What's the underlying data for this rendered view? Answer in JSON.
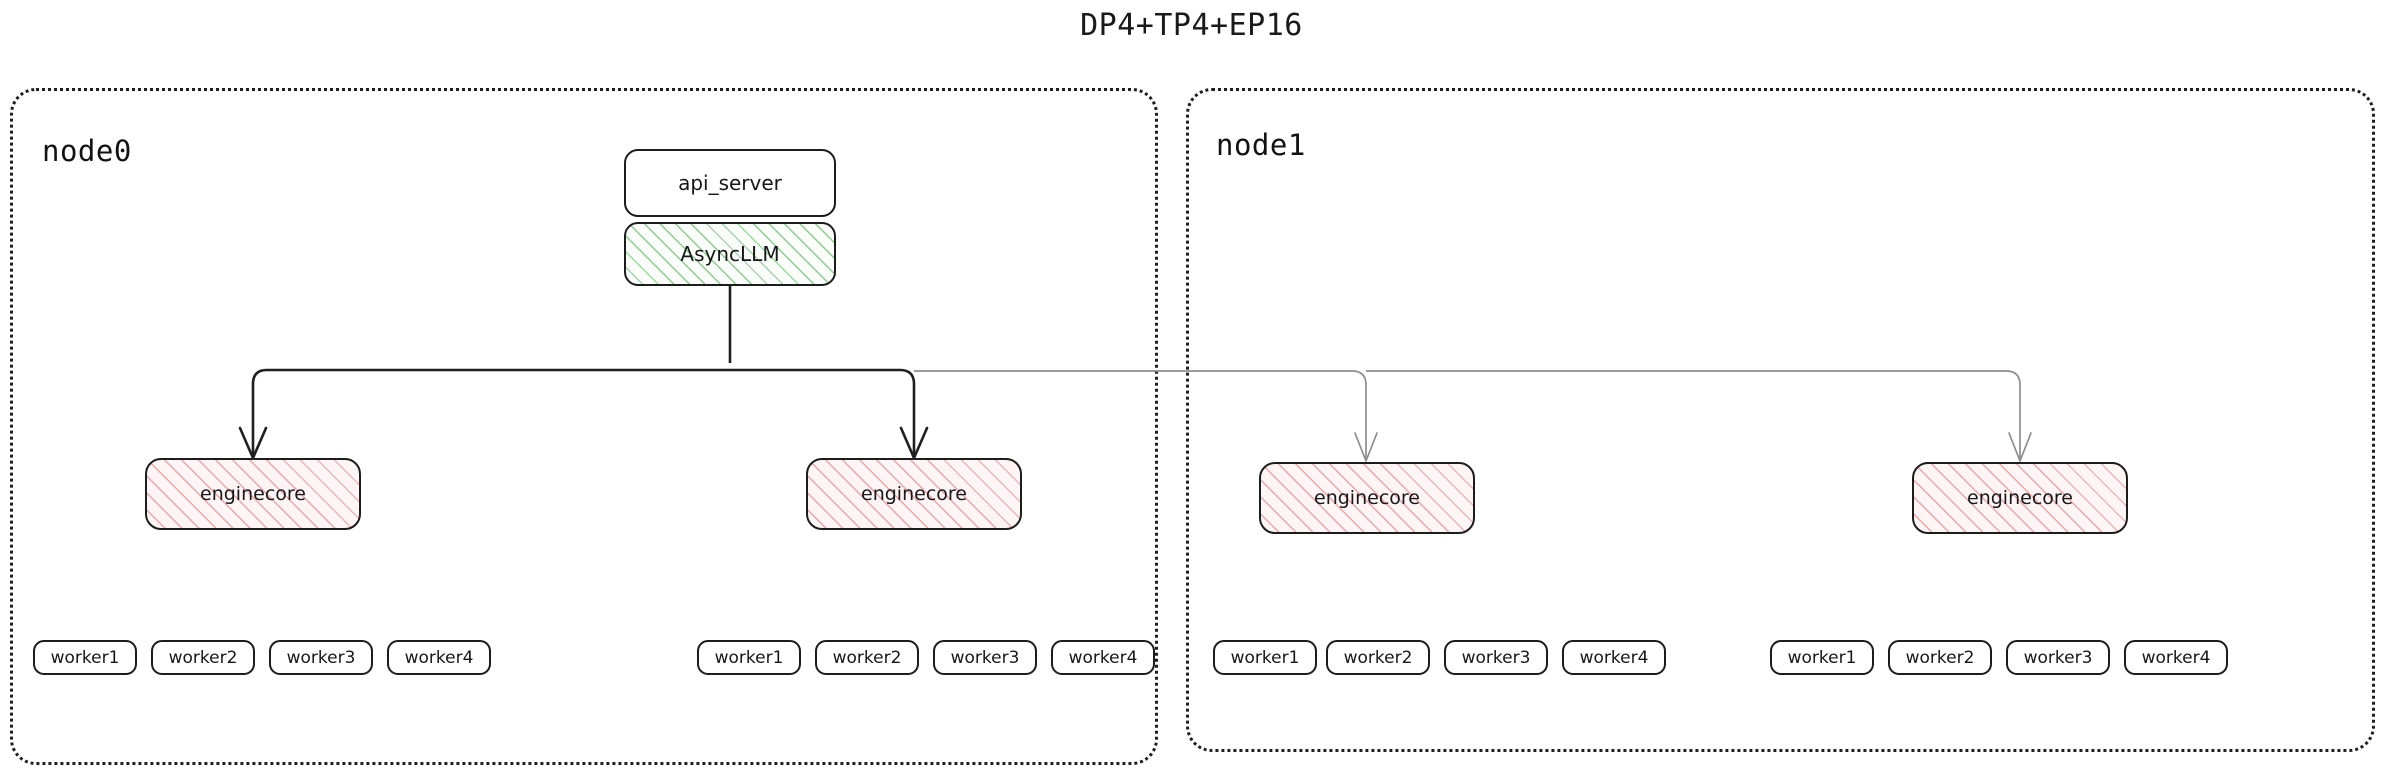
{
  "title": "DP4+TP4+EP16",
  "nodes": [
    {
      "label": "node0",
      "api_server": "api_server",
      "async_llm": "AsyncLLM",
      "enginecores": [
        {
          "label": "enginecore"
        },
        {
          "label": "enginecore"
        }
      ],
      "worker_groups": [
        {
          "workers": [
            "worker1",
            "worker2",
            "worker3",
            "worker4"
          ]
        },
        {
          "workers": [
            "worker1",
            "worker2",
            "worker3",
            "worker4"
          ]
        }
      ]
    },
    {
      "label": "node1",
      "enginecores": [
        {
          "label": "enginecore"
        },
        {
          "label": "enginecore"
        }
      ],
      "worker_groups": [
        {
          "workers": [
            "worker1",
            "worker2",
            "worker3",
            "worker4"
          ]
        },
        {
          "workers": [
            "worker1",
            "worker2",
            "worker3",
            "worker4"
          ]
        }
      ]
    }
  ],
  "colors": {
    "stroke": "#1c1c1c",
    "connector_local": "#1f1f1f",
    "connector_remote": "#8d8d8d",
    "hatch_green": "#78c478",
    "hatch_pink": "#e88a8a",
    "background": "#ffffff"
  }
}
